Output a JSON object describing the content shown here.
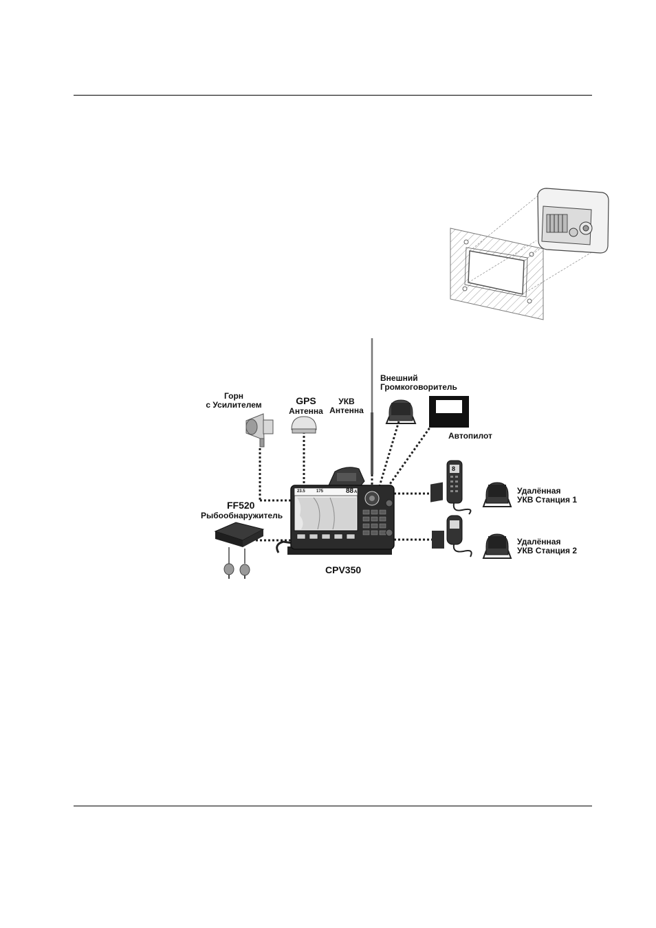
{
  "diagram": {
    "labels": {
      "horn": [
        "Горн",
        "с Усилителем"
      ],
      "gps": [
        "GPS",
        "Антенна"
      ],
      "vhf_antenna": [
        "УКВ",
        "Антенна"
      ],
      "ext_speaker": [
        "Внешний",
        "Громкоговоритель"
      ],
      "autopilot": "Автопилот",
      "ff520": "FF520",
      "fishfinder": "Рыбообнаружитель",
      "remote1": [
        "Удалённая",
        "УКВ Станция 1"
      ],
      "remote2": [
        "Удалённая",
        "УКВ Станция 2"
      ],
      "main_unit": "CPV350"
    },
    "screen": {
      "speed": "23.5",
      "heading": "175",
      "channel": "88",
      "channel_suffix": "A"
    },
    "handset_display": "8"
  }
}
